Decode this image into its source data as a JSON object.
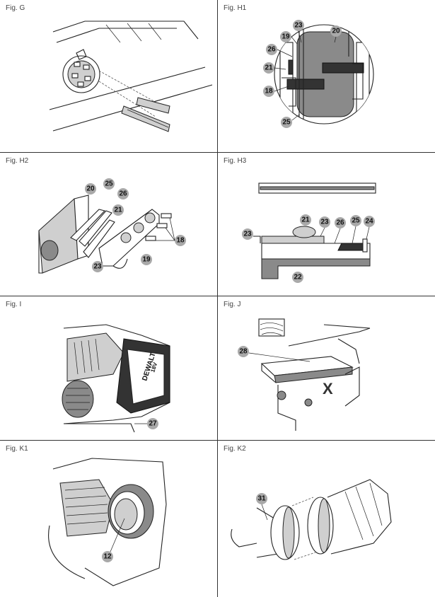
{
  "figures": [
    {
      "id": "G",
      "label": "Fig. G",
      "callouts": []
    },
    {
      "id": "H1",
      "label": "Fig. H1",
      "callouts": [
        "23",
        "20",
        "19",
        "26",
        "21",
        "18",
        "25"
      ]
    },
    {
      "id": "H2",
      "label": "Fig. H2",
      "callouts": [
        "20",
        "25",
        "26",
        "21",
        "18",
        "23",
        "19"
      ]
    },
    {
      "id": "H3",
      "label": "Fig. H3",
      "callouts": [
        "21",
        "23",
        "26",
        "25",
        "24",
        "23",
        "22"
      ]
    },
    {
      "id": "I",
      "label": "Fig. I",
      "callouts": [
        "27"
      ]
    },
    {
      "id": "J",
      "label": "Fig. J",
      "callouts": [
        "28"
      ]
    },
    {
      "id": "K1",
      "label": "Fig. K1",
      "callouts": [
        "12"
      ]
    },
    {
      "id": "K2",
      "label": "Fig. K2",
      "callouts": [
        "31"
      ]
    }
  ],
  "branding": {
    "tool_brand": "DEWALT",
    "battery_voltage": "18V"
  }
}
